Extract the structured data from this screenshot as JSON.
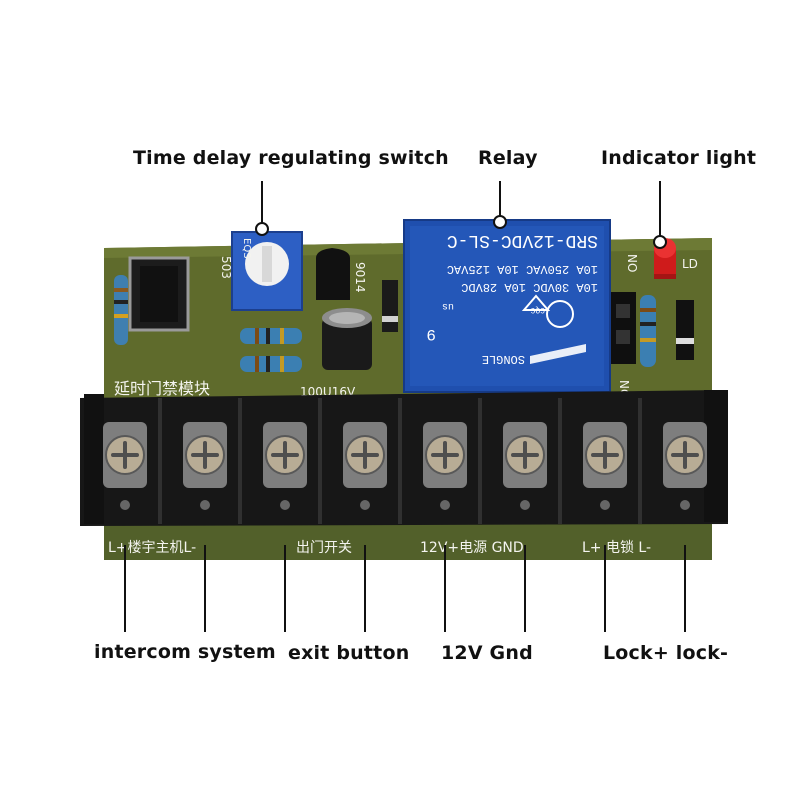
{
  "callouts": {
    "time_delay": "Time delay regulating switch",
    "relay": "Relay",
    "indicator": "Indicator light",
    "intercom": "intercom system",
    "exit": "exit button",
    "power": "12V Gnd",
    "lock": "Lock+ lock-"
  },
  "pcb": {
    "board_title": "延时门禁模块",
    "capacitor": "100U16V",
    "transistor": "9014",
    "pot_code": "503",
    "pot_marking": "EQS",
    "led_label": "LD",
    "no_label": "NO",
    "nc_label": "NC",
    "terminal_labels": {
      "intercom": "L+楼宇主机L-",
      "exit": "出门开关",
      "power": "12V+电源 GND",
      "lock": "L+  电锁 L-"
    }
  },
  "relay": {
    "model": "SRD-12VDC-SL-C",
    "rating_1": "10A 250VAC 10A 125VAC",
    "rating_2": "10A 30VDC 10A 28VDC",
    "brand": "SONGLE",
    "cert": "CQC",
    "pin_number": "9",
    "us": "us"
  },
  "colors": {
    "pcb": "#5f6b2c",
    "terminal": "#171717",
    "relay": "#1f4fae",
    "led": "#e12020"
  }
}
